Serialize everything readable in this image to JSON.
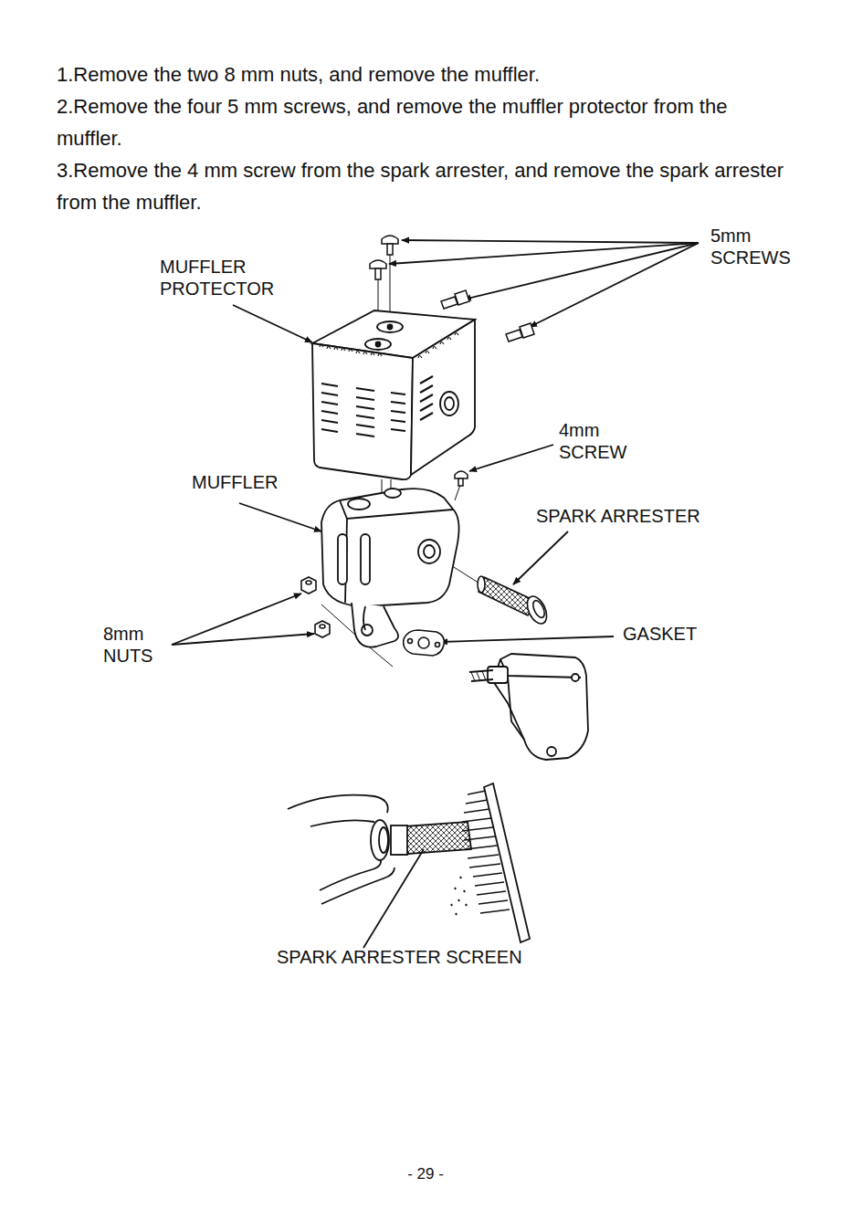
{
  "diagram": {
    "labels": [
      "1.Remove the two 8 mm nuts, and remove the muffler.",
      "2.Remove the four 5 mm screws, and remove the muffler protector from the muffler.",
      "3.Remove the 4 mm screw from the spark arrester, and remove the spark arrester from the muffler.",
      "5mm SCREWS",
      "MUFFLER PROTECTOR",
      "4mm SCREW",
      "MUFFLER",
      "SPARK ARRESTER",
      "GASKET",
      "8mm NUTS",
      "SPARK ARRESTER SCREEN",
      "- 29 -"
    ]
  }
}
